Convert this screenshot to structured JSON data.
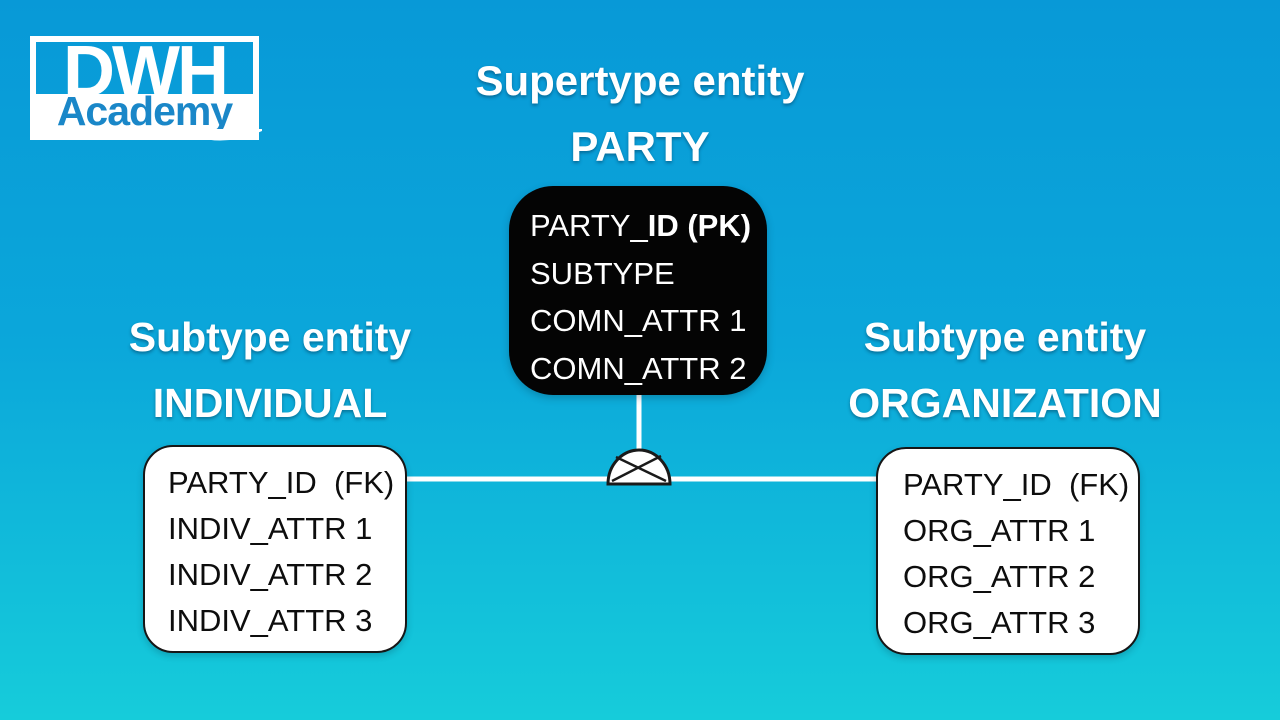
{
  "logo": {
    "line1": "DWH",
    "line2": "Academy"
  },
  "supertype": {
    "label": "Supertype entity",
    "name": "PARTY",
    "entity": {
      "pk_prefix": "PARTY_",
      "pk_bold": "ID (PK)",
      "attributes": [
        "SUBTYPE",
        "COMN_ATTR 1",
        "COMN_ATTR 2"
      ]
    }
  },
  "subtype_left": {
    "label": "Subtype entity",
    "name": "INDIVIDUAL",
    "entity": {
      "key": "PARTY_ID  (FK)",
      "attributes": [
        "INDIV_ATTR 1",
        "INDIV_ATTR 2",
        "INDIV_ATTR 3"
      ]
    }
  },
  "subtype_right": {
    "label": "Subtype entity",
    "name": "ORGANIZATION",
    "entity": {
      "key": "PARTY_ID  (FK)",
      "attributes": [
        "ORG_ATTR 1",
        "ORG_ATTR 2",
        "ORG_ATTR 3"
      ]
    }
  },
  "connector": {
    "symbol": "exclusive-subtype-arc"
  },
  "colors": {
    "background_top": "#0899d7",
    "background_bottom": "#16ccda",
    "entity_black_bg": "#040404",
    "entity_white_bg": "#ffffff",
    "entity_border": "#161616",
    "heading_text": "#ffffff",
    "logo_blue": "#1a87c8",
    "connector_line": "#ffffff",
    "symbol_stroke": "#1a1a1a"
  }
}
